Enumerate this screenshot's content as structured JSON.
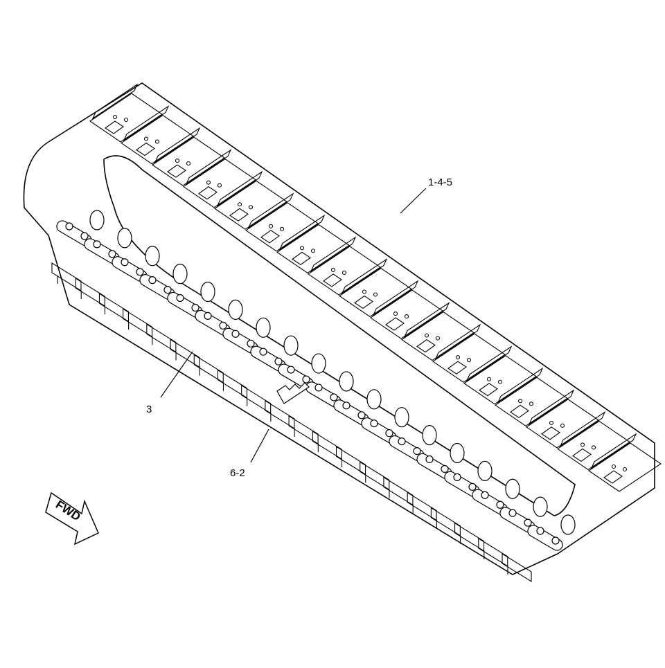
{
  "diagram": {
    "callouts": [
      {
        "id": "callout-1-4-5",
        "label": "1-4-5"
      },
      {
        "id": "callout-3",
        "label": "3"
      },
      {
        "id": "callout-6-2",
        "label": "6-2"
      }
    ],
    "direction_marker": {
      "label": "FWD"
    },
    "colors": {
      "line": "#000000",
      "background": "#ffffff"
    }
  }
}
